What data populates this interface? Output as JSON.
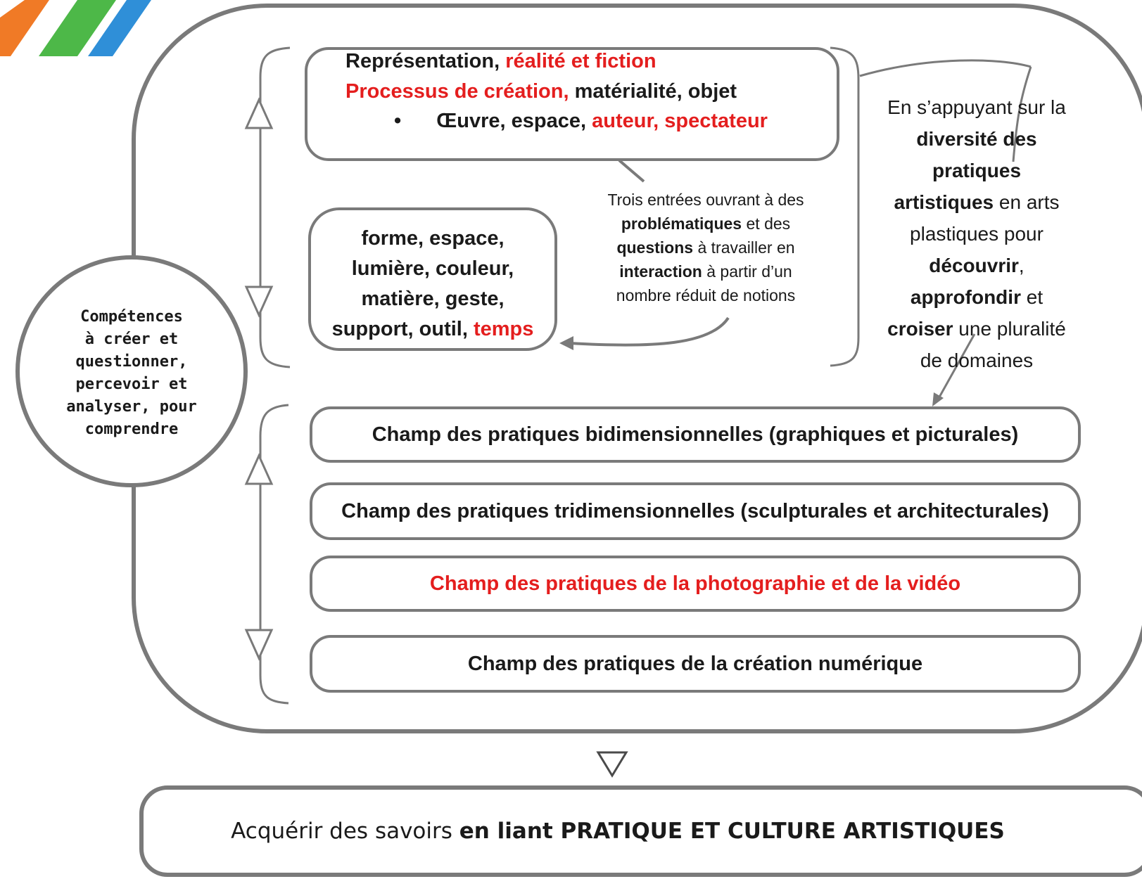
{
  "topics_box": {
    "line1_a": "Représentation,",
    "line1_b": "réalité et fiction",
    "line2_a": "Processus de création,",
    "line2_b": "matérialité, objet",
    "bullet": "•",
    "line3_a": "Œuvre, espace,",
    "line3_b": "auteur, spectateur"
  },
  "notions_box": {
    "l1": "forme, espace,",
    "l2": "lumière, couleur,",
    "l3": "matière, geste,",
    "l4_a": "support, outil,",
    "l4_b": "temps"
  },
  "entries_note": {
    "l1": "Trois entrées ouvrant à des",
    "l2_b": "problématiques",
    "l2_r": " et des",
    "l3_b": "questions",
    "l3_r": " à travailler en",
    "l4_b": "interaction",
    "l4_r": " à partir d’un",
    "l5": "nombre réduit de notions"
  },
  "diversity_note": {
    "l1": "En s’appuyant sur la",
    "l2": "diversité des",
    "l3": "pratiques",
    "l4_b": "artistiques",
    "l4_r": " en arts",
    "l5": "plastiques pour",
    "l6_b": "découvrir",
    "l6_r": ",",
    "l7_b": "approfondir",
    "l7_r": " et",
    "l8_b": "croiser",
    "l8_r": " une pluralité",
    "l9": "de domaines"
  },
  "competences": {
    "l1": "Compétences",
    "l2": "à créer et",
    "l3": "questionner,",
    "l4": "percevoir et",
    "l5": "analyser, pour",
    "l6": "comprendre"
  },
  "fields": [
    "Champ des pratiques bidimensionnelles (graphiques et picturales)",
    "Champ des pratiques tridimensionnelles (sculpturales et architecturales)",
    "Champ des pratiques de la photographie et de la vidéo",
    "Champ des pratiques de la création numérique"
  ],
  "bottom": {
    "normal": "Acquérir des savoirs ",
    "bold": "en liant PRATIQUE ET CULTURE ARTISTIQUES"
  },
  "colors": {
    "stroke": "#7a7a7a",
    "accent_red": "#e41e1e",
    "logo_orange": "#f07a26",
    "logo_green": "#4db848",
    "logo_blue": "#2f8fd8"
  }
}
